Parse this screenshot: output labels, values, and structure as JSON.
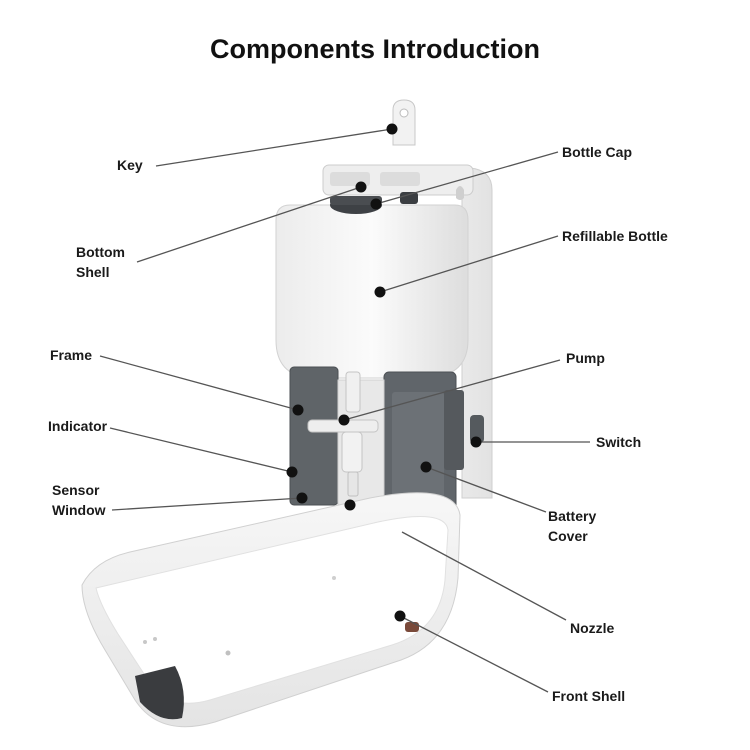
{
  "title": "Components Introduction",
  "colors": {
    "line": "#555555",
    "dot": "#111111",
    "shell": "#f3f3f3",
    "grey_part": "#5d6266"
  },
  "labels": {
    "key": "Key",
    "bottom_shell": [
      "Bottom",
      "Shell"
    ],
    "frame": "Frame",
    "indicator": "Indicator",
    "sensor_window": [
      "Sensor",
      "Window"
    ],
    "bottle_cap": "Bottle Cap",
    "refillable_bottle": "Refillable Bottle",
    "pump": "Pump",
    "switch": "Switch",
    "battery_cover": [
      "Battery",
      "Cover"
    ],
    "nozzle": "Nozzle",
    "front_shell": "Front Shell"
  }
}
